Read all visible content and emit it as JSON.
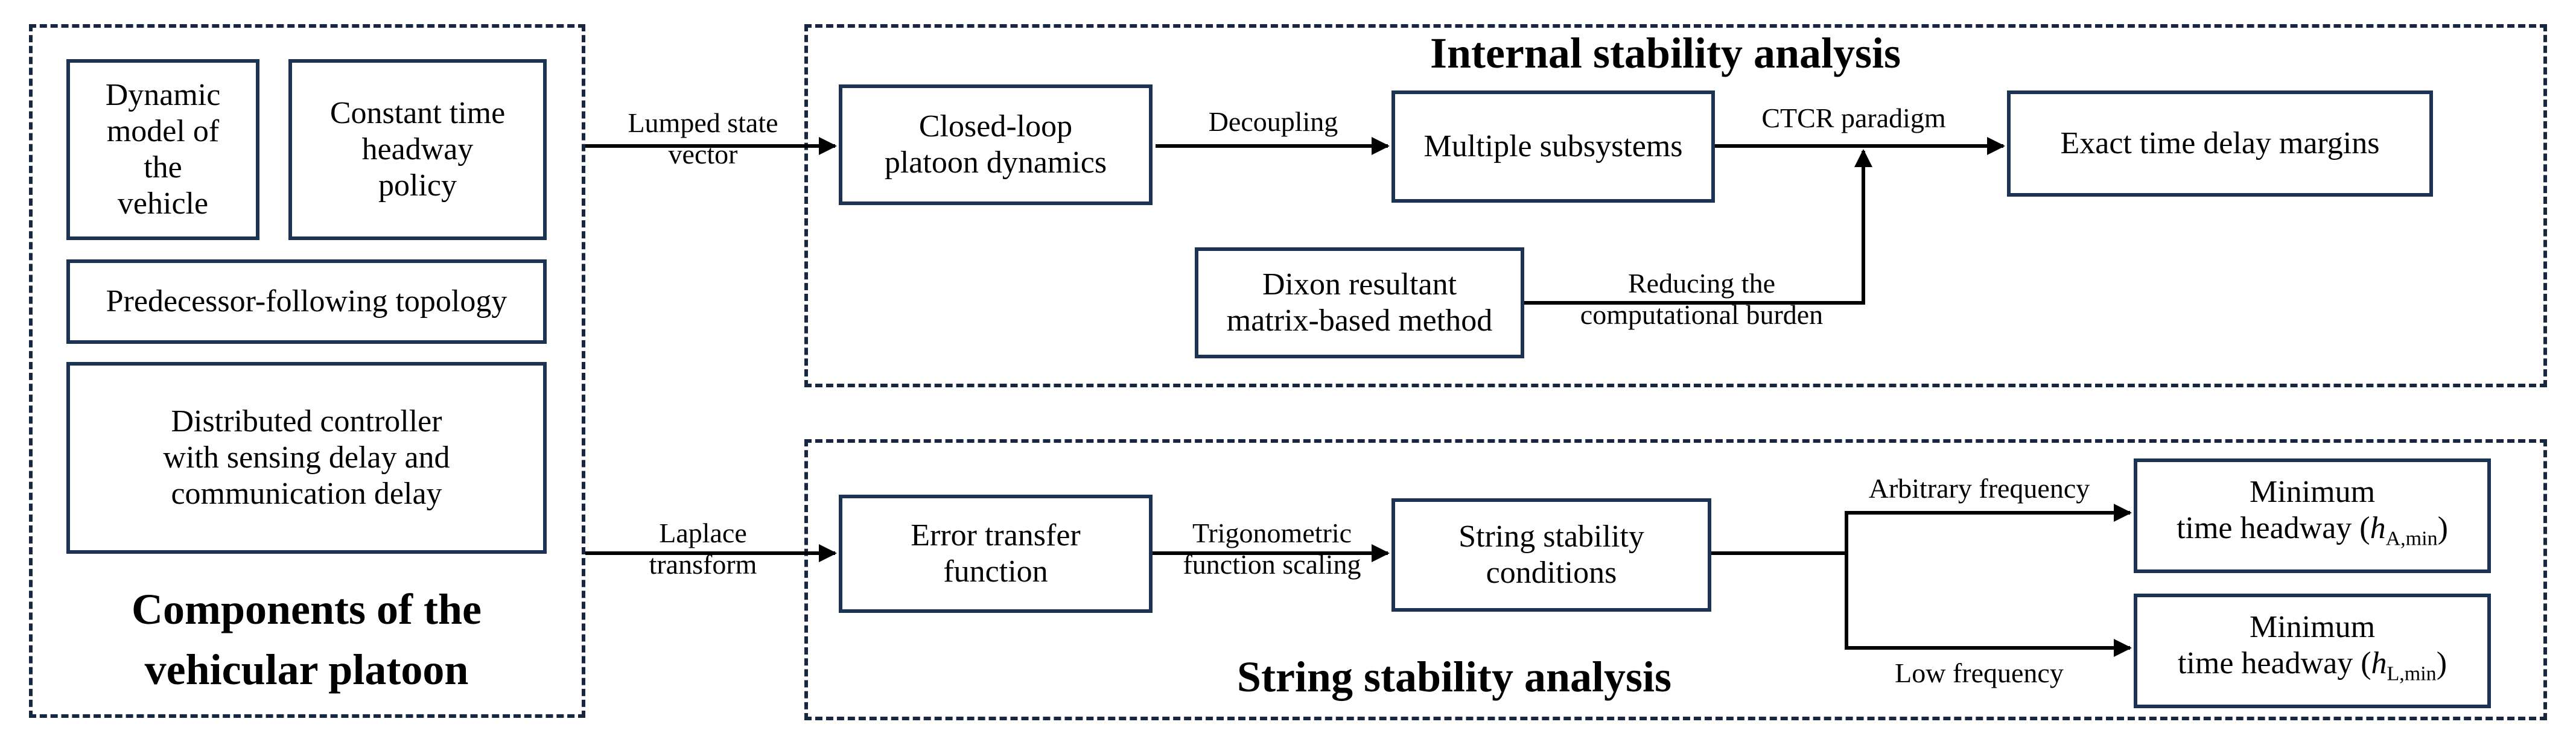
{
  "components": {
    "title": "Components of the\nvehicular platoon",
    "vehicle_model": "Dynamic\nmodel of\nthe\nvehicle",
    "cth_policy": "Constant time\nheadway\npolicy",
    "topology": "Predecessor-following topology",
    "controller": "Distributed controller\nwith sensing delay and\ncommunication delay"
  },
  "edges": {
    "lumped": "Lumped state\nvector",
    "laplace": "Laplace\ntransform",
    "decoupling": "Decoupling",
    "ctcr": "CTCR paradigm",
    "reducing": "Reducing the\ncomputational burden",
    "trig": "Trigonometric\nfunction scaling",
    "arbitrary": "Arbitrary frequency",
    "low": "Low frequency"
  },
  "internal": {
    "title": "Internal stability analysis",
    "closed_loop": "Closed-loop\nplatoon dynamics",
    "subsystems": "Multiple subsystems",
    "margins": "Exact time delay margins",
    "dixon": "Dixon resultant\nmatrix-based method"
  },
  "string": {
    "title": "String stability analysis",
    "error_tf": "Error transfer\nfunction",
    "conditions": "String stability\nconditions",
    "min_a_line1": "Minimum",
    "min_a_line2": "time headway (",
    "min_a_var": "h",
    "min_a_sub": "A,min",
    "min_a_close": ")",
    "min_l_line1": "Minimum",
    "min_l_line2": "time headway (",
    "min_l_var": "h",
    "min_l_sub": "L,min",
    "min_l_close": ")"
  }
}
